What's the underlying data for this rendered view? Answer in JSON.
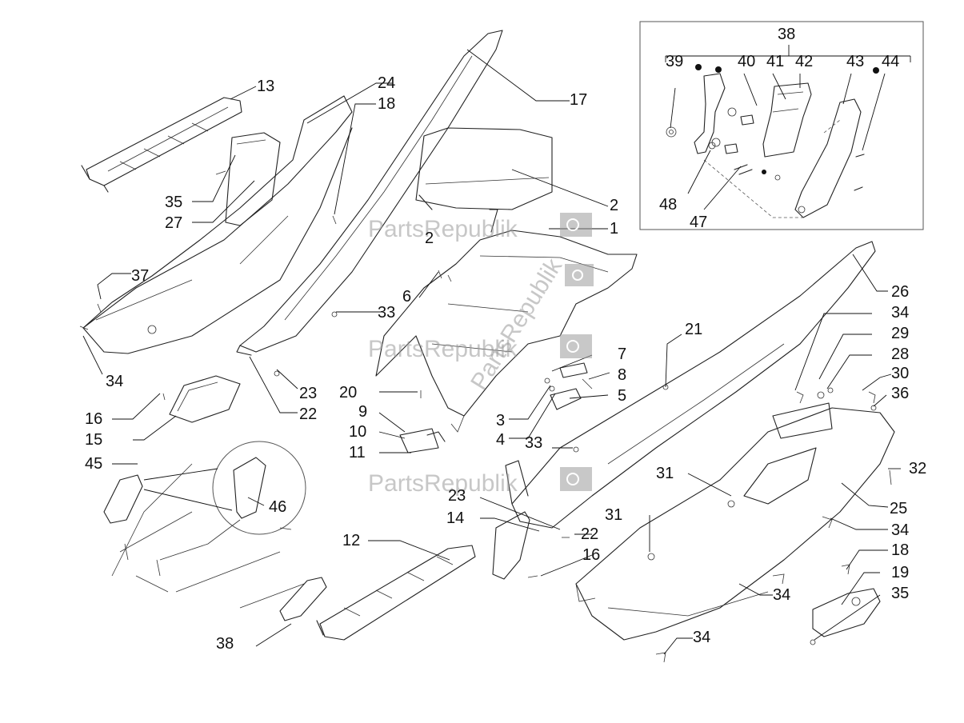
{
  "watermark": {
    "text": "PartsRepublik"
  },
  "labels": {
    "l1": "1",
    "l2a": "2",
    "l2b": "2",
    "l3": "3",
    "l4": "4",
    "l5": "5",
    "l6": "6",
    "l7": "7",
    "l8": "8",
    "l9": "9",
    "l10": "10",
    "l11": "11",
    "l12": "12",
    "l13": "13",
    "l14": "14",
    "l15": "15",
    "l16a": "16",
    "l16b": "16",
    "l17": "17",
    "l18a": "18",
    "l18b": "18",
    "l19": "19",
    "l20": "20",
    "l21": "21",
    "l22a": "22",
    "l22b": "22",
    "l23a": "23",
    "l23b": "23",
    "l24": "24",
    "l25": "25",
    "l26": "26",
    "l27": "27",
    "l28": "28",
    "l29": "29",
    "l30": "30",
    "l31a": "31",
    "l31b": "31",
    "l32": "32",
    "l33a": "33",
    "l33b": "33",
    "l34a": "34",
    "l34b": "34",
    "l34c": "34",
    "l34d": "34",
    "l34e": "34",
    "l35a": "35",
    "l35b": "35",
    "l36": "36",
    "l37": "37",
    "l38a": "38",
    "l38b": "38",
    "l39": "39",
    "l40": "40",
    "l41": "41",
    "l42": "42",
    "l43": "43",
    "l44": "44",
    "l45": "45",
    "l46": "46",
    "l47": "47",
    "l48": "48"
  }
}
